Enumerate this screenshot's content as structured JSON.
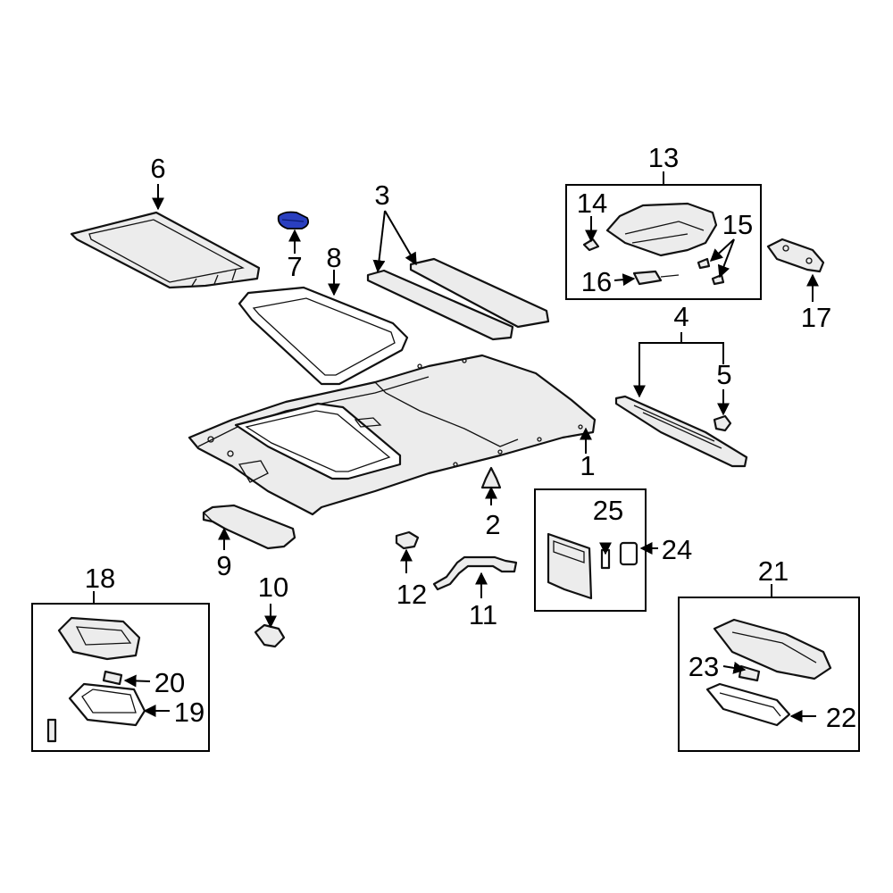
{
  "diagram": {
    "callouts": {
      "c1": "1",
      "c2": "2",
      "c3": "3",
      "c4": "4",
      "c5": "5",
      "c6": "6",
      "c7": "7",
      "c8": "8",
      "c9": "9",
      "c10": "10",
      "c11": "11",
      "c12": "12",
      "c13": "13",
      "c14": "14",
      "c15": "15",
      "c16": "16",
      "c17": "17",
      "c18": "18",
      "c19": "19",
      "c20": "20",
      "c21": "21",
      "c22": "22",
      "c23": "23",
      "c24": "24",
      "c25": "25"
    },
    "highlight_color": "#2a3fbf",
    "line_color": "#000000",
    "fill_color": "#ececec"
  }
}
